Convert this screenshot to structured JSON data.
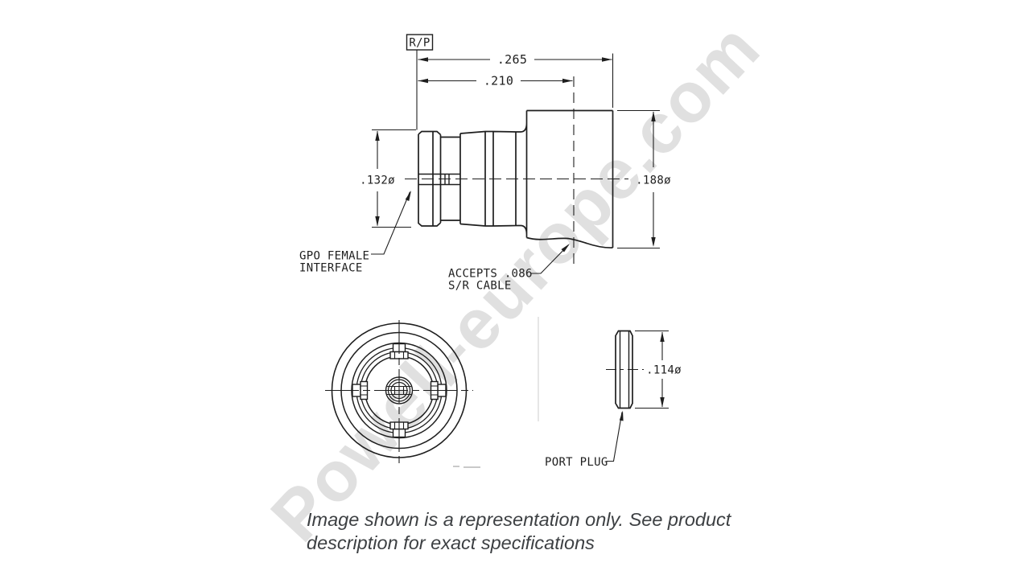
{
  "watermark": {
    "text": "Powell-europe.com",
    "color": "#e0e0e0"
  },
  "side_view": {
    "flag_label": "R/P",
    "dim_overall": ".265",
    "dim_body_length": ".210",
    "dim_interface_dia": ".132ø",
    "dim_body_dia": ".188ø",
    "label_interface_1": "GPO FEMALE",
    "label_interface_2": "INTERFACE",
    "label_cable_1": "ACCEPTS .086",
    "label_cable_2": "S/R CABLE"
  },
  "plug_view": {
    "dim_dia": ".114ø",
    "label": "PORT PLUG"
  },
  "caption": {
    "line1": "Image shown is a representation only. See product",
    "line2": "description for exact specifications",
    "color": "#3d4043"
  },
  "colors": {
    "line": "#1e1e1e",
    "background": "#ffffff"
  }
}
